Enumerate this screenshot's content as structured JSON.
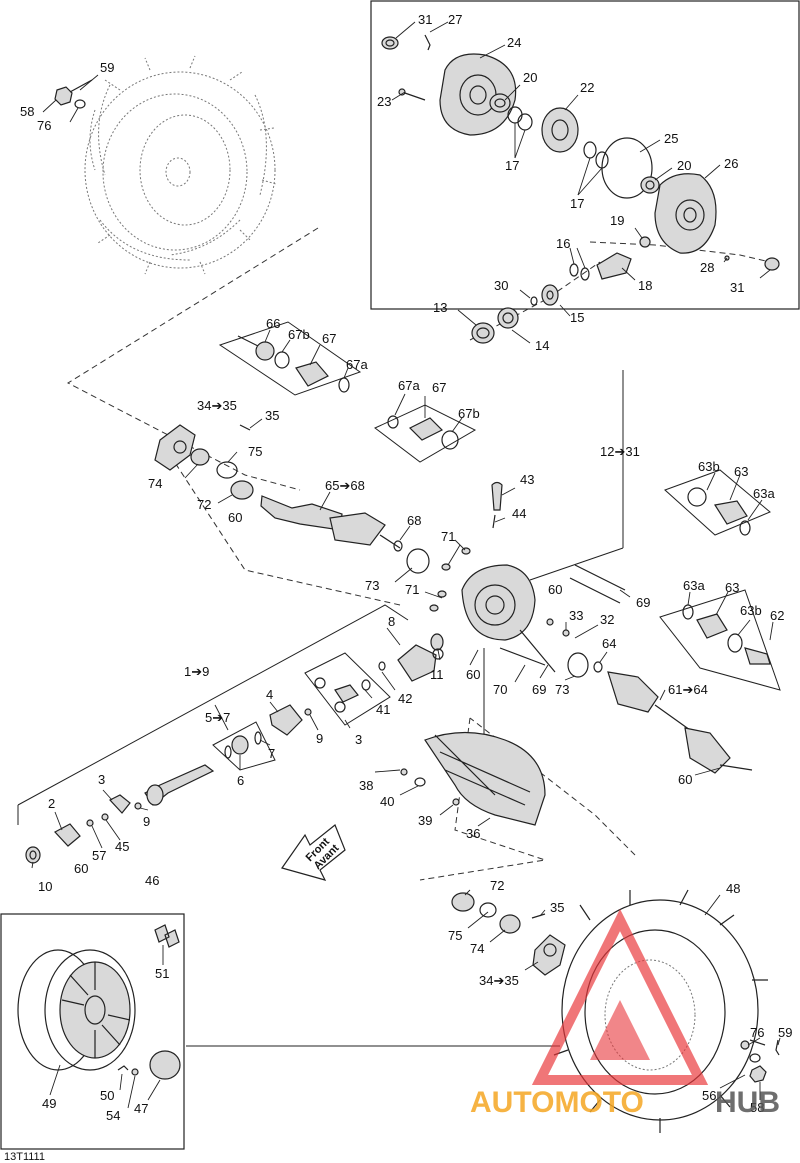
{
  "diagram_code": "13T1111",
  "front_label": [
    "Front",
    "Avant"
  ],
  "watermark": {
    "prefix": "AUTOMOTO",
    "suffix": "HUB",
    "accent": "#f5a623",
    "logo_color": "#e8363a"
  },
  "labels": {
    "l31a": "31",
    "l27": "27",
    "l24": "24",
    "l23": "23",
    "l20a": "20",
    "l22": "22",
    "l17a": "17",
    "l25": "25",
    "l20b": "20",
    "l26": "26",
    "l17b": "17",
    "l19": "19",
    "l16": "16",
    "l18": "18",
    "l28": "28",
    "l31b": "31",
    "l30": "30",
    "l13": "13",
    "l15": "15",
    "l14": "14",
    "l59a": "59",
    "l58a": "58",
    "l76a": "76",
    "l66": "66",
    "l67b_a": "67b",
    "l67_a": "67",
    "l67a_a": "67a",
    "l67a_b": "67a",
    "l67_b": "67",
    "l67b_b": "67b",
    "l34_35a": "34➔35",
    "l35a": "35",
    "l75a": "75",
    "l74a": "74",
    "l72a": "72",
    "l60a": "60",
    "l65_68": "65➔68",
    "l68": "68",
    "l12_31": "12➔31",
    "l43": "43",
    "l44": "44",
    "l71a": "71",
    "l71b": "71",
    "l73a": "73",
    "l60b": "60",
    "l69a": "69",
    "l63b_a": "63b",
    "l63_a": "63",
    "l63a_a": "63a",
    "l63a_b": "63a",
    "l63_b": "63",
    "l63b_b": "63b",
    "l62": "62",
    "l33": "33",
    "l32": "32",
    "l64": "64",
    "l8": "8",
    "l11": "11",
    "l60c": "60",
    "l70": "70",
    "l69b": "69",
    "l73b": "73",
    "l61_64": "61➔64",
    "l1_9": "1➔9",
    "l4": "4",
    "l42": "42",
    "l41": "41",
    "l5_7": "5➔7",
    "l9a": "9",
    "l3a": "3",
    "l7": "7",
    "l6": "6",
    "l38": "38",
    "l40": "40",
    "l39": "39",
    "l36": "36",
    "l60d": "60",
    "l3b": "3",
    "l2": "2",
    "l9b": "9",
    "l57": "57",
    "l45": "45",
    "l10": "10",
    "l60e": "60",
    "l46": "46",
    "l72b": "72",
    "l48": "48",
    "l35b": "35",
    "l75b": "75",
    "l74b": "74",
    "l34_35b": "34➔35",
    "l51": "51",
    "l49": "49",
    "l50": "50",
    "l54": "54",
    "l47": "47",
    "l76b": "76",
    "l59b": "59",
    "l56": "56",
    "l58b": "58"
  }
}
